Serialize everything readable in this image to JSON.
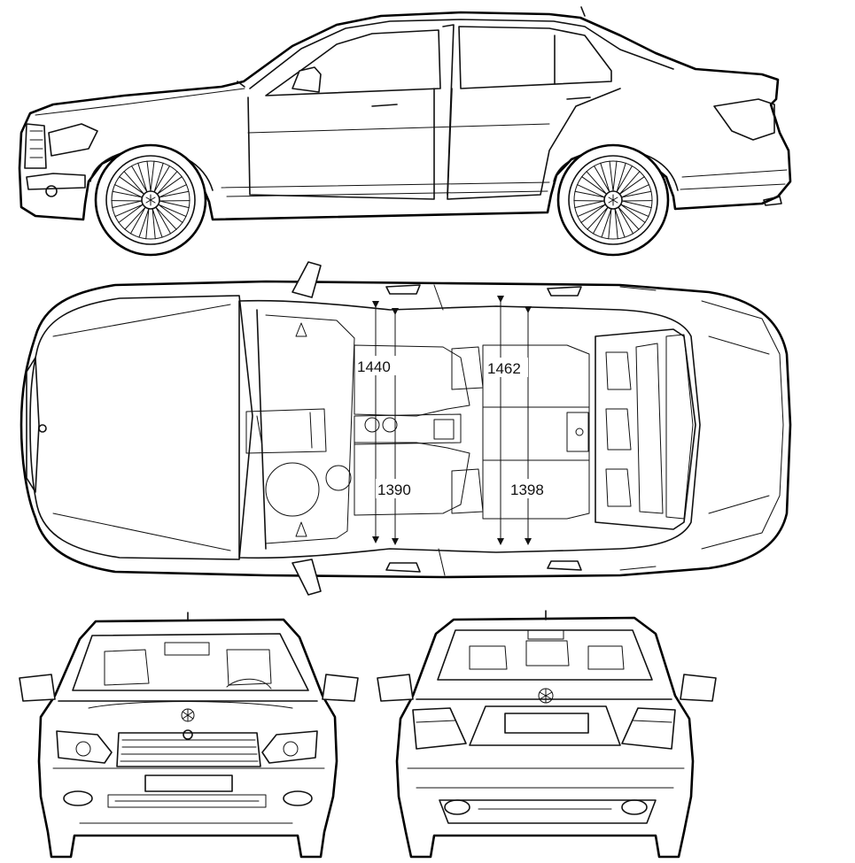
{
  "dimensions": {
    "front_headroom": "1440",
    "rear_headroom": "1462",
    "front_shoulder": "1390",
    "rear_shoulder": "1398"
  },
  "colors": {
    "line": "#111111",
    "background": "#ffffff"
  }
}
